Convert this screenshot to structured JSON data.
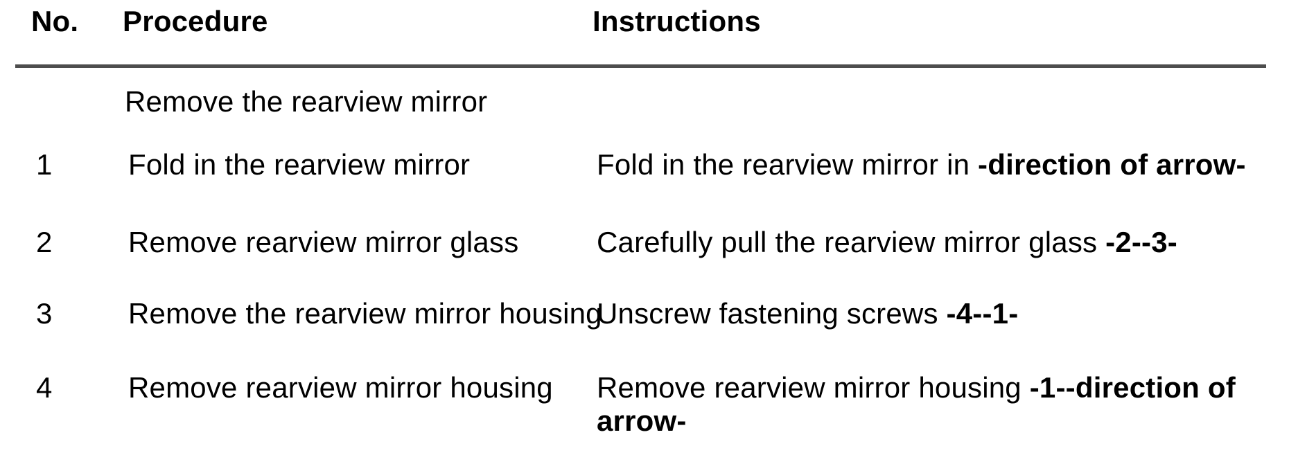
{
  "colors": {
    "background": "#ffffff",
    "text": "#000000",
    "rule": "#4d4d4d"
  },
  "table": {
    "columns": [
      {
        "key": "no",
        "label": "No."
      },
      {
        "key": "procedure",
        "label": "Procedure"
      },
      {
        "key": "instructions",
        "label": "Instructions"
      }
    ],
    "section_title": "Remove the rearview mirror",
    "rows": [
      {
        "no": "1",
        "procedure": "Fold in the rearview mirror",
        "instruction_text": "Fold in the rearview mirror in ",
        "instruction_bold": "-direction of arrow-"
      },
      {
        "no": "2",
        "procedure": "Remove rearview mirror glass",
        "instruction_text": "Carefully pull the rearview mirror glass ",
        "instruction_bold": "-2--3-"
      },
      {
        "no": "3",
        "procedure": "Remove the rearview mirror housing",
        "instruction_text": "Unscrew fastening screws ",
        "instruction_bold": "-4--1-"
      },
      {
        "no": "4",
        "procedure": "Remove rearview mirror housing",
        "instruction_text": "Remove rearview mirror housing ",
        "instruction_bold": "-1--direction of arrow-"
      }
    ]
  }
}
